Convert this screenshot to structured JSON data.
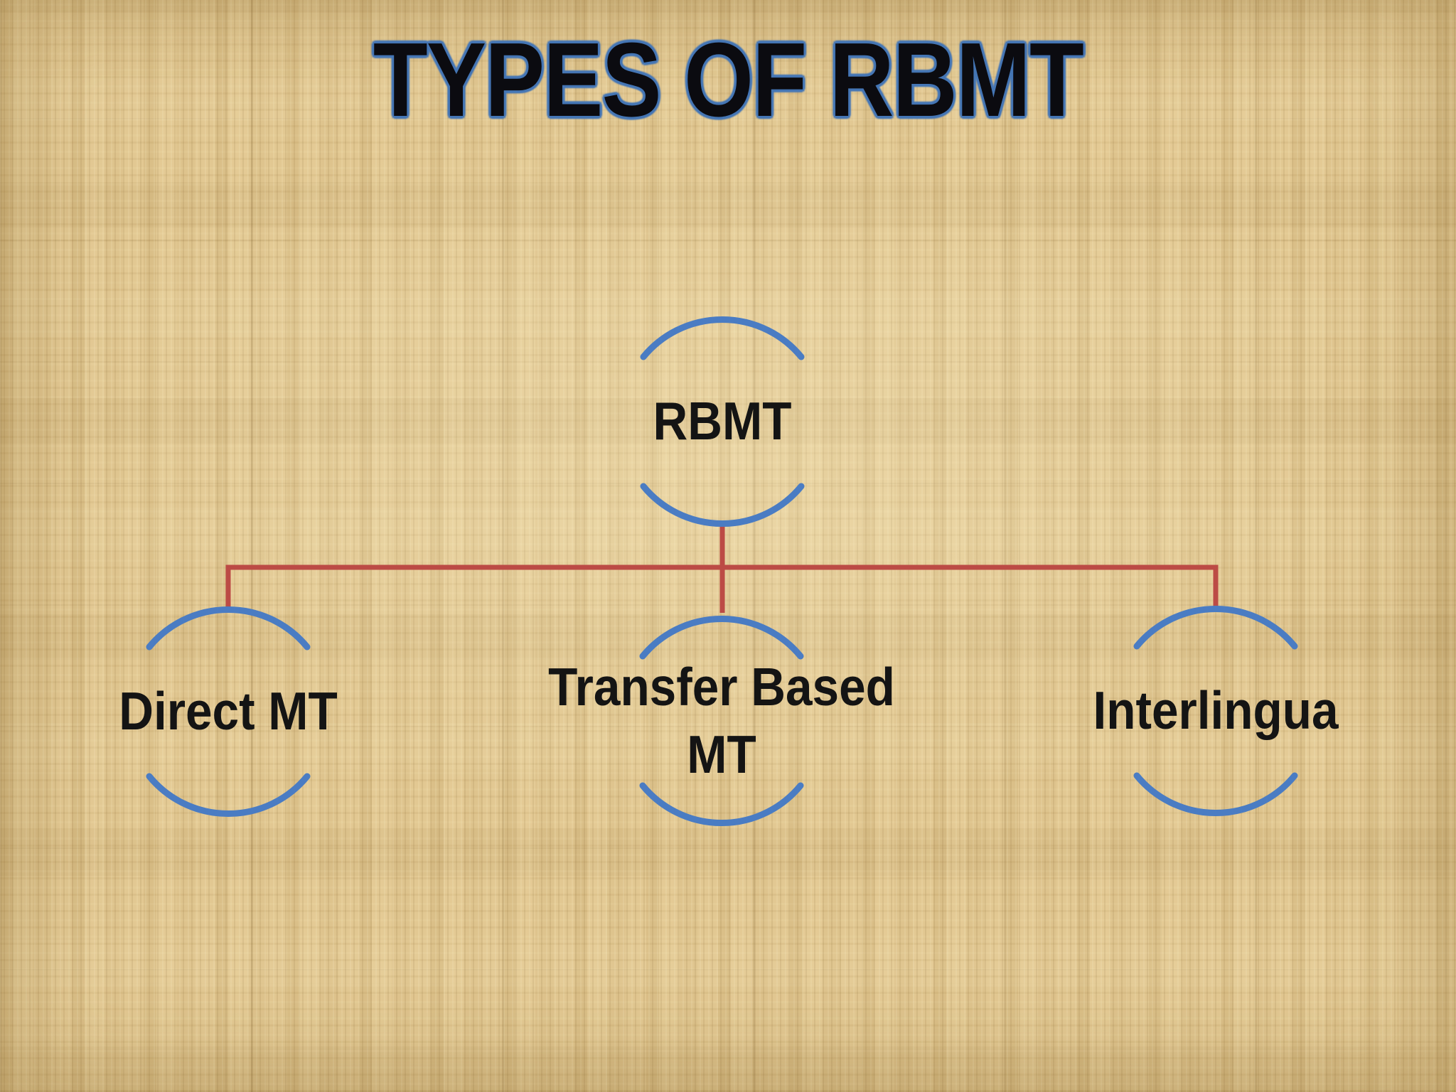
{
  "slide": {
    "title": "TYPES OF RBMT"
  },
  "diagram": {
    "root": {
      "label": "RBMT"
    },
    "children": [
      {
        "label": "Direct MT"
      },
      {
        "label": "Transfer Based MT"
      },
      {
        "label": "Interlingua"
      }
    ]
  },
  "theme": {
    "background_base": "#E2C892",
    "arc_blue": "#4A7CC3",
    "connector_red": "#BC4B45",
    "title_color": "#0B0B10",
    "title_outline": "#4576B5",
    "label_color": "#141414"
  }
}
